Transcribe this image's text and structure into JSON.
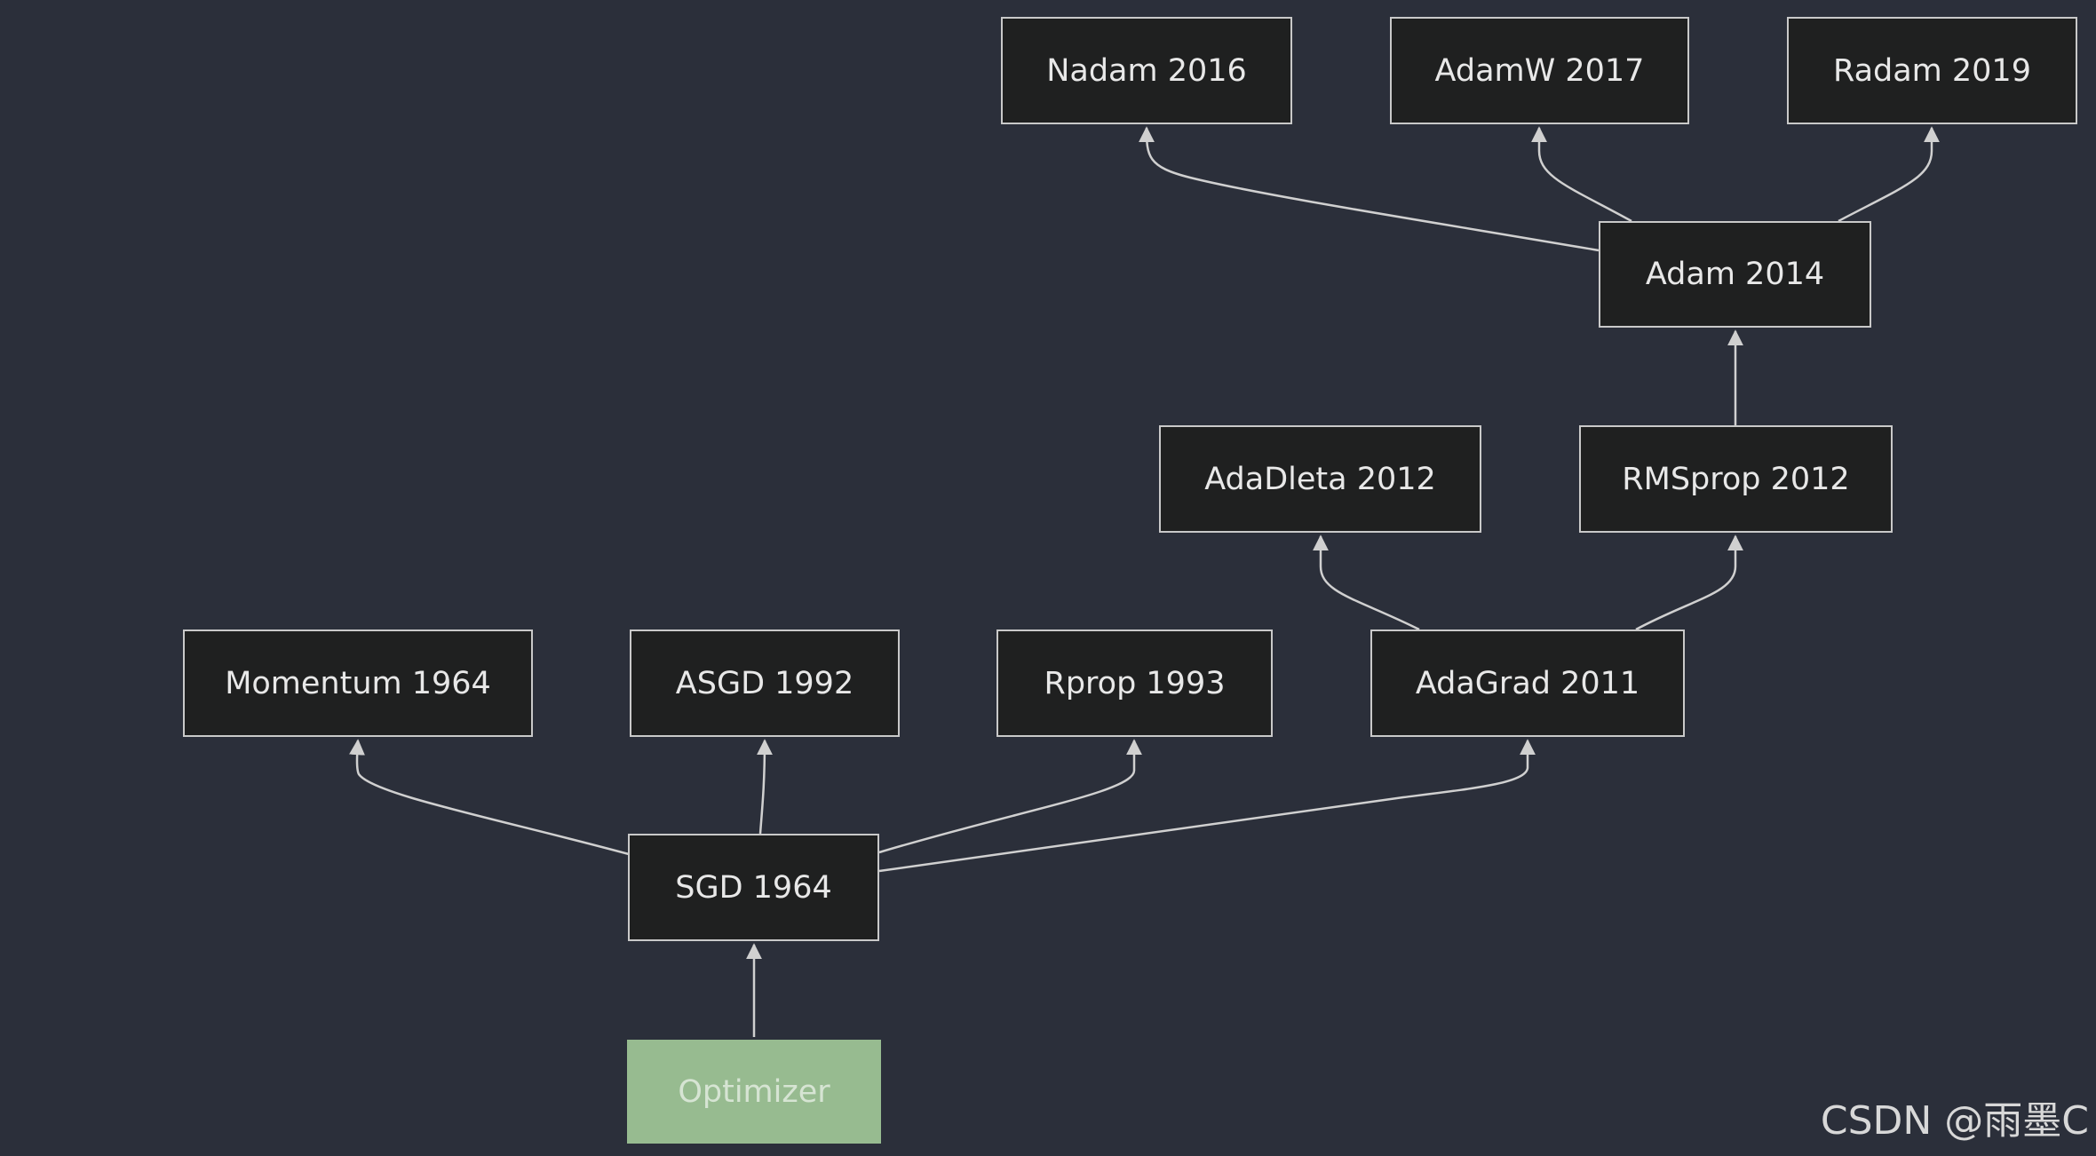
{
  "diagram": {
    "nodes": [
      {
        "id": "optimizer",
        "label": "Optimizer",
        "role": "root",
        "fill": "#97bb90"
      },
      {
        "id": "sgd",
        "label": "SGD 1964"
      },
      {
        "id": "momentum",
        "label": "Momentum 1964"
      },
      {
        "id": "asgd",
        "label": "ASGD 1992"
      },
      {
        "id": "rprop",
        "label": "Rprop 1993"
      },
      {
        "id": "adagrad",
        "label": "AdaGrad 2011"
      },
      {
        "id": "adadleta",
        "label": "AdaDleta 2012"
      },
      {
        "id": "rmsprop",
        "label": "RMSprop 2012"
      },
      {
        "id": "adam",
        "label": "Adam 2014"
      },
      {
        "id": "nadam",
        "label": "Nadam 2016"
      },
      {
        "id": "adamw",
        "label": "AdamW 2017"
      },
      {
        "id": "radam",
        "label": "Radam 2019"
      }
    ],
    "edges": [
      {
        "from": "optimizer",
        "to": "sgd"
      },
      {
        "from": "sgd",
        "to": "momentum"
      },
      {
        "from": "sgd",
        "to": "asgd"
      },
      {
        "from": "sgd",
        "to": "rprop"
      },
      {
        "from": "sgd",
        "to": "adagrad"
      },
      {
        "from": "adagrad",
        "to": "adadleta"
      },
      {
        "from": "adagrad",
        "to": "rmsprop"
      },
      {
        "from": "rmsprop",
        "to": "adam"
      },
      {
        "from": "adam",
        "to": "nadam"
      },
      {
        "from": "adam",
        "to": "adamw"
      },
      {
        "from": "adam",
        "to": "radam"
      }
    ],
    "colors": {
      "background": "#2b2f3a",
      "node_fill": "#1f2020",
      "node_border": "#c9c9c9",
      "node_text": "#e8e8e8",
      "root_text": "#d6e4d3",
      "edge": "#d0d0d0"
    }
  },
  "watermark": "CSDN @雨墨C"
}
